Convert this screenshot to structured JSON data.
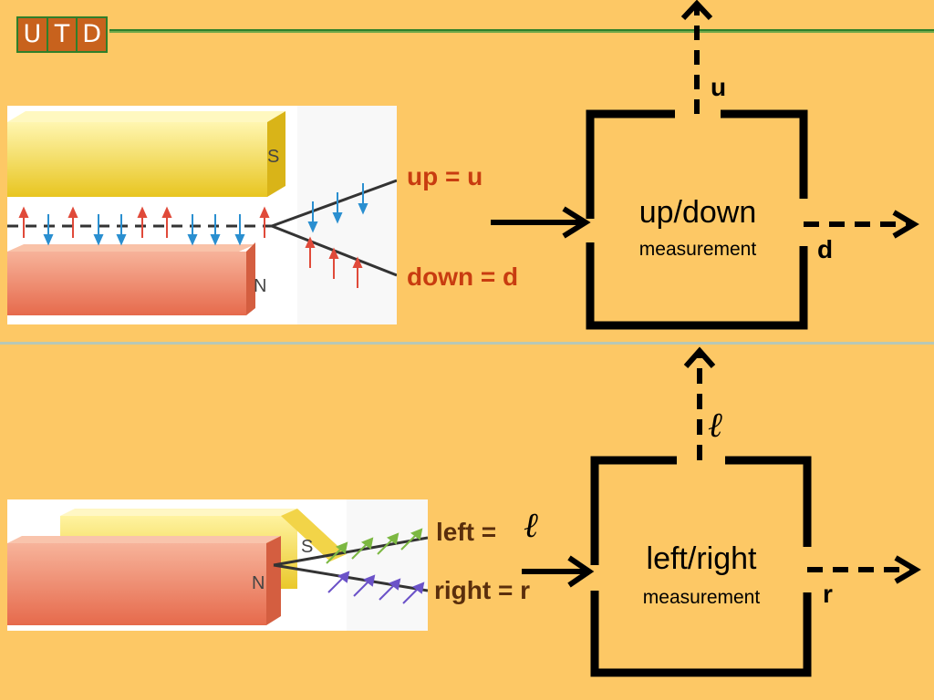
{
  "logo": {
    "letters": [
      "U",
      "T",
      "D"
    ]
  },
  "top": {
    "input_labels": {
      "up": "up = u",
      "down": "down = d"
    },
    "box": {
      "title": "up/down",
      "subtitle": "measurement"
    },
    "outputs": {
      "up": "u",
      "down": "d"
    },
    "magnet_labels": {
      "top": "S",
      "bottom": "N"
    }
  },
  "bottom": {
    "input_labels": {
      "left": "left =",
      "right": "right = r"
    },
    "box": {
      "title": "left/right",
      "subtitle": "measurement"
    },
    "outputs": {
      "left": "ℓ",
      "right": "r"
    },
    "magnet_labels": {
      "back": "S",
      "front": "N"
    }
  },
  "ell_symbol": "ℓ",
  "colors": {
    "background": "#FDC865",
    "accent_red": "#C83C10",
    "brown": "#5A2E0C",
    "logo": "#C8621D",
    "line_green": "#2F7F2A"
  }
}
